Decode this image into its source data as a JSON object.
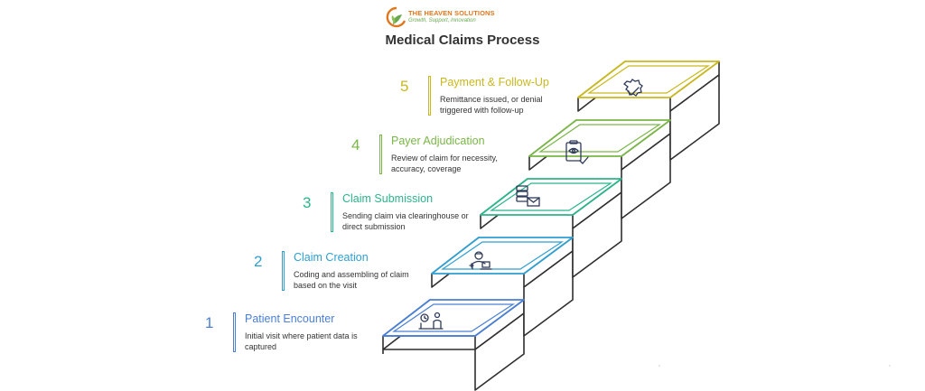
{
  "logo": {
    "name": "THE HEAVEN SOLUTIONS",
    "tagline": "Growth, Support, Innovation"
  },
  "title": "Medical Claims Process",
  "steps": [
    {
      "number": "1",
      "heading": "Patient Encounter",
      "description": "Initial visit where patient data is captured",
      "color": "#4a7fd4",
      "icon": "patient-consultation-icon"
    },
    {
      "number": "2",
      "heading": "Claim Creation",
      "description": "Coding and assembling of claim based on the visit",
      "color": "#2f9fd0",
      "icon": "doctor-laptop-icon"
    },
    {
      "number": "3",
      "heading": "Claim Submission",
      "description": "Sending claim via clearinghouse or direct submission",
      "color": "#2bb58a",
      "icon": "server-email-icon"
    },
    {
      "number": "4",
      "heading": "Payer Adjudication",
      "description": "Review of claim for necessity, accuracy, coverage",
      "color": "#7ab648",
      "icon": "clipboard-review-icon"
    },
    {
      "number": "5",
      "heading": "Payment & Follow-Up",
      "description": "Remittance issued, or denial triggered with follow-up",
      "color": "#c9b81e",
      "icon": "check-badge-icon"
    }
  ]
}
